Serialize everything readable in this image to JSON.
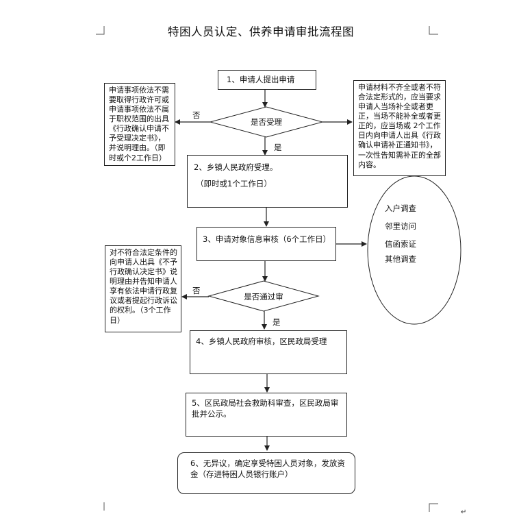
{
  "title": "特困人员认定、供养申请审批流程图",
  "steps": {
    "s1": "1、申请人提出申请",
    "d1": "是否受理",
    "s2": "2、乡镇人民政府受理。",
    "s2_note": "（即时或1个工作日）",
    "s3": "3、申请对象信息审核（6个工作日）",
    "d2": "是否通过审",
    "s4": "4、乡镇人民政府审核，区民政局受理",
    "s5": "5、区民政局社会救助科审查，区民政局审批并公示。",
    "s6": "6、无异议，确定享受特困人员对象，发放资金（存进特困人员银行账户）"
  },
  "labels": {
    "no1": "否",
    "yes1": "是",
    "no2": "否",
    "yes2": "是"
  },
  "notes": {
    "left1": "申请事项依法不需要取得行政许可或申请事项依法不属于职权范围的出具《行政确认申请不予受理决定书》，并说明理由。（即时或个2工作日）",
    "right1": "申请材料不齐全或者不符合法定形式的，应当要求申请人当场补全或者更正，当场不能补全或者更正的，应当场或 2个工作日内向申请人出具《行政确认申请补正通知书》，一次性告知需补正的全部内容。",
    "left2": "对不符合法定条件的向申请人出具《不予行政确认决定书》说明理由并告知申请人享有依法申请行政复议或者提起行政诉讼的权利。（3个工作日）"
  },
  "investigation": [
    "入户调查",
    "邻里访问",
    "信函索证",
    "其他调查"
  ],
  "return_mark": "↵"
}
